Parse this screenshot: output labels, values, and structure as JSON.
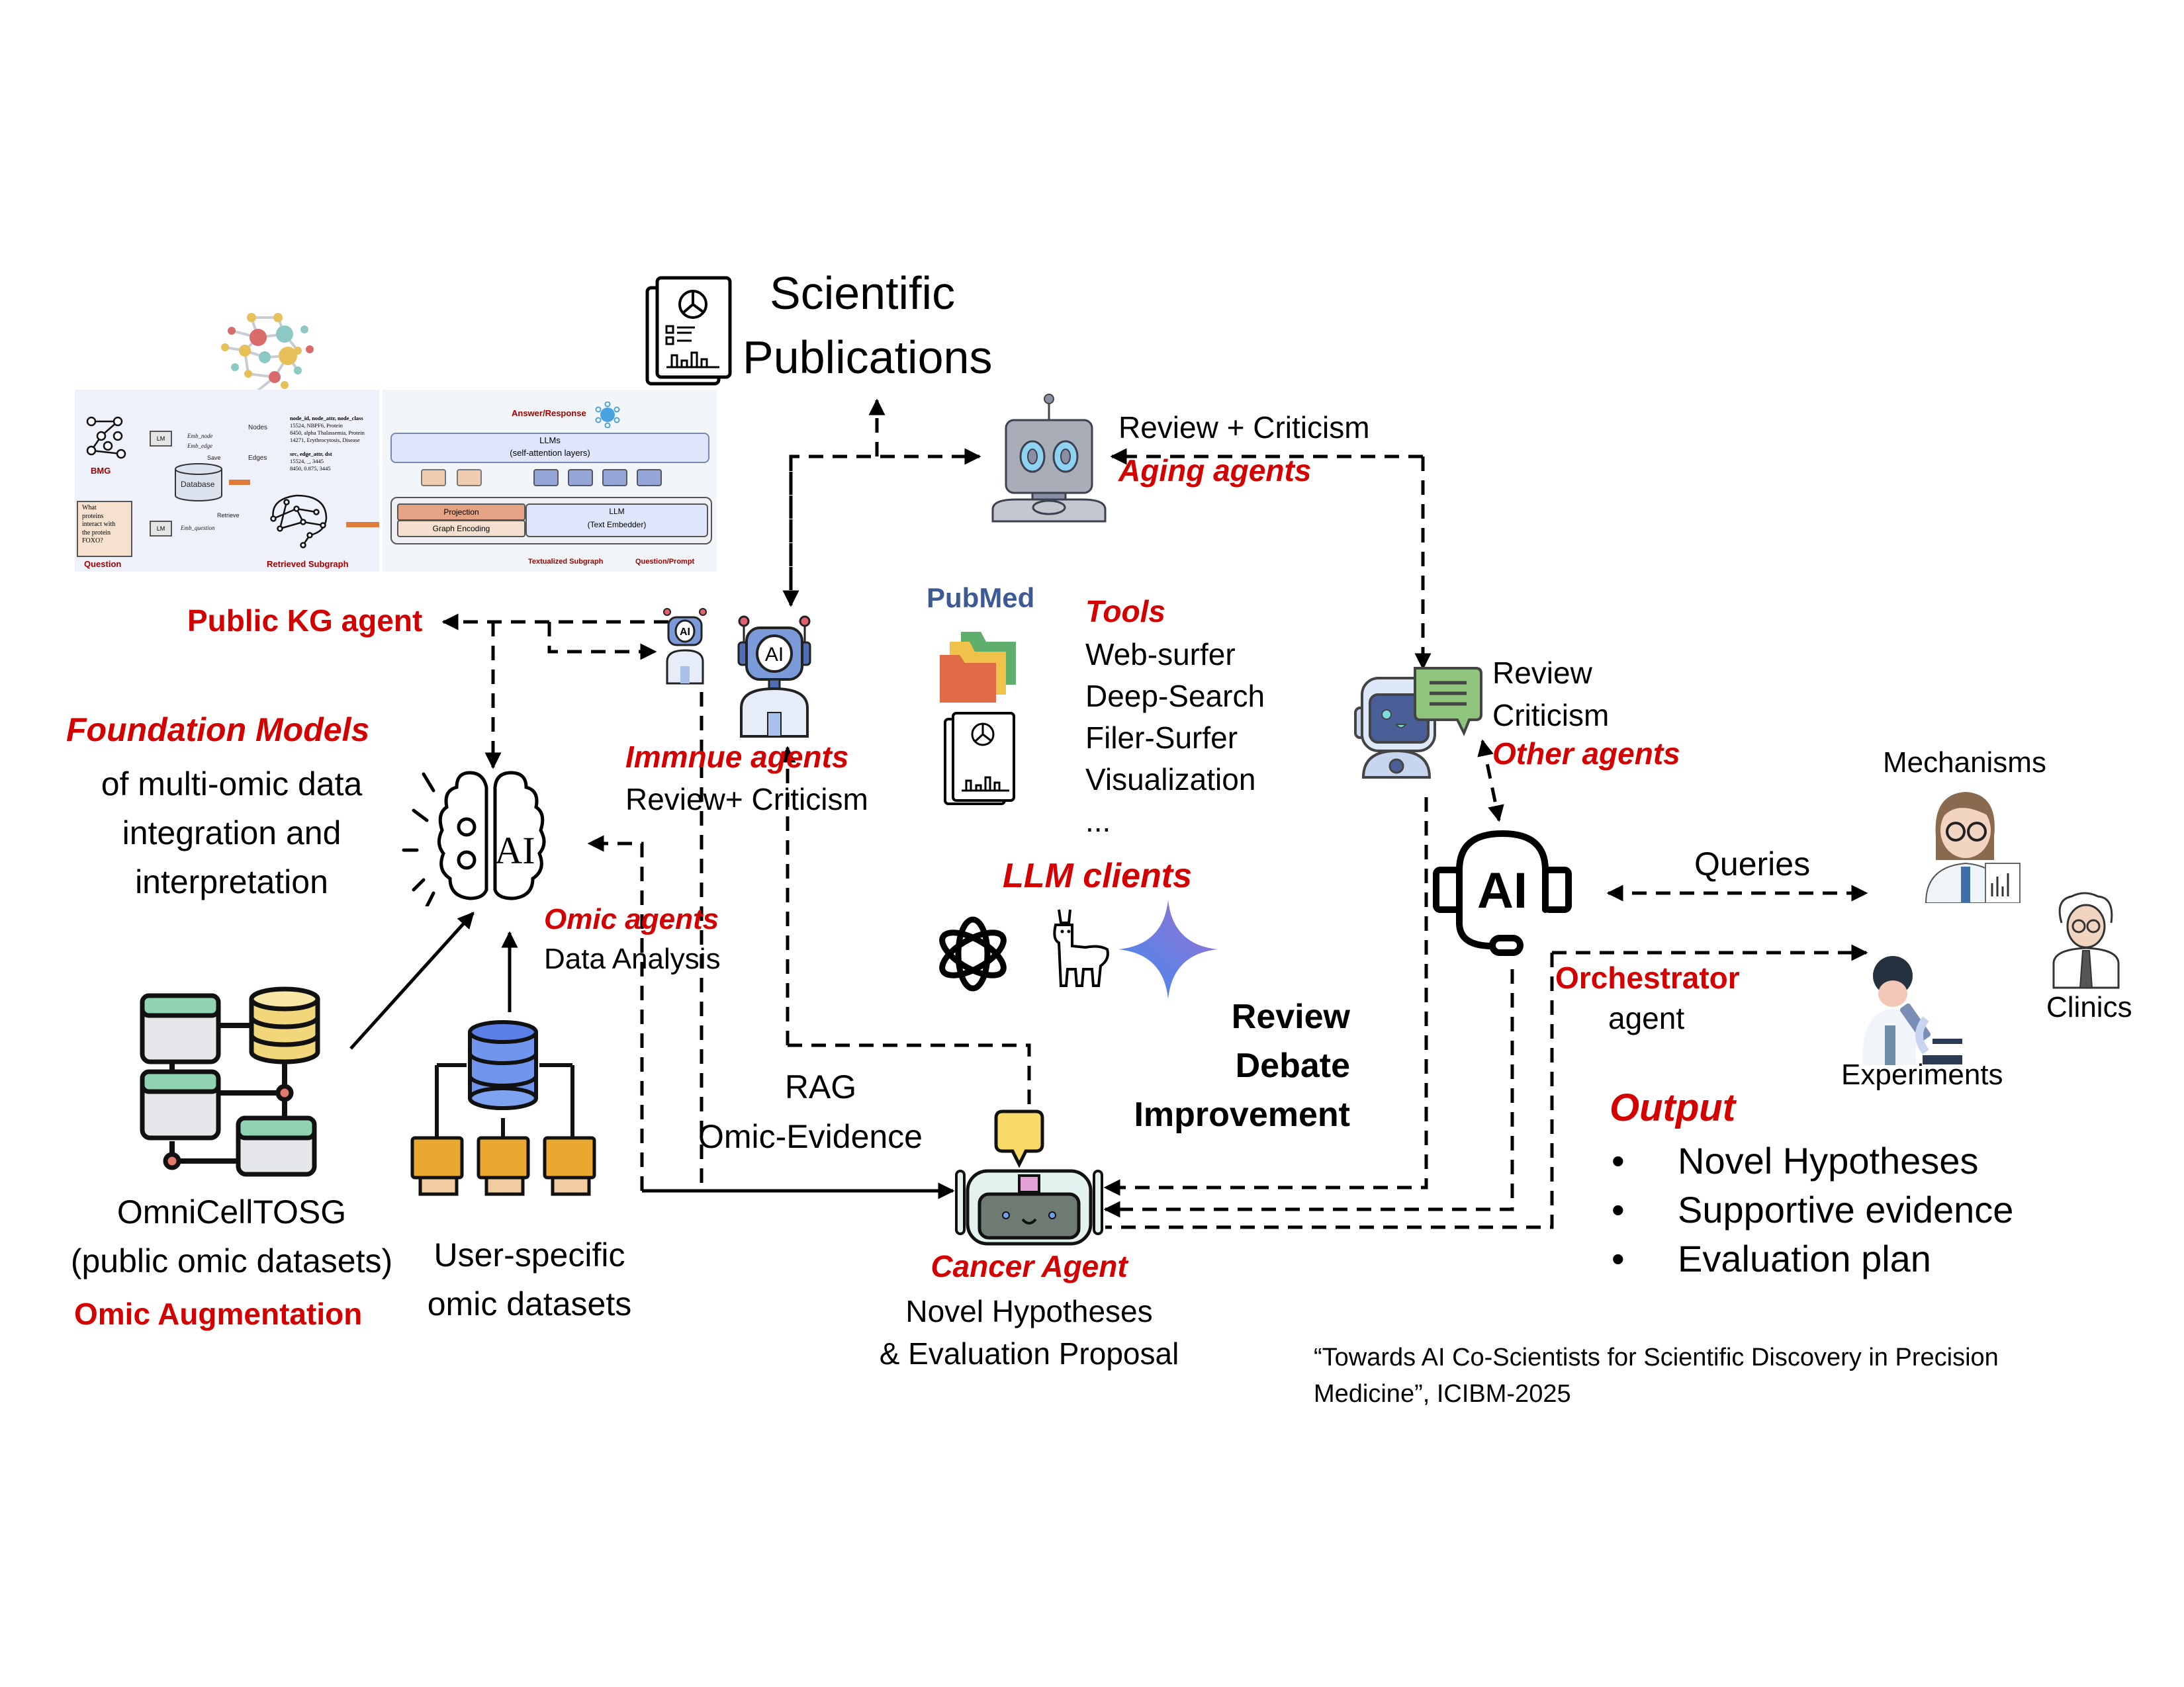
{
  "publications": {
    "line1": "Scientific",
    "line2": "Publications"
  },
  "aging_agent": {
    "role": "Review + Criticism",
    "name": "Aging agents"
  },
  "public_kg_agent": {
    "name": "Public KG agent"
  },
  "immune_agent": {
    "name": "Immnue agents",
    "role": "Review+ Criticism"
  },
  "foundation_models": {
    "title": "Foundation Models",
    "lines": [
      "of multi-omic data",
      "integration and",
      "interpretation"
    ]
  },
  "omic_agent": {
    "name": "Omic agents",
    "role": "Data Analysis"
  },
  "tools": {
    "title": "Tools",
    "pubmed_logo": "PubMed",
    "items": [
      "Web-surfer",
      "Deep-Search",
      "Filer-Surfer",
      "Visualization",
      "..."
    ]
  },
  "llm_clients": {
    "title": "LLM clients",
    "icons": [
      "openai-icon",
      "llama-icon",
      "gemini-icon"
    ]
  },
  "review_debate": {
    "lines": [
      "Review",
      "Debate",
      "Improvement"
    ]
  },
  "rag": {
    "line1": "RAG",
    "line2": "Omic-Evidence"
  },
  "cancer_agent": {
    "name": "Cancer Agent",
    "lines": [
      "Novel Hypotheses",
      "& Evaluation Proposal"
    ]
  },
  "other_agent": {
    "lines": [
      "Review",
      "Criticism"
    ],
    "name": "Other agents"
  },
  "orchestrator": {
    "icon_text": "AI",
    "name": "Orchestrator",
    "role": "agent"
  },
  "queries_label": "Queries",
  "humans": {
    "mechanisms": "Mechanisms",
    "clinics": "Clinics",
    "experiments": "Experiments"
  },
  "output": {
    "title": "Output",
    "items": [
      "Novel Hypotheses",
      "Supportive evidence",
      "Evaluation plan"
    ]
  },
  "omnicell": {
    "line1": "OmniCellTOSG",
    "line2": "(public omic datasets)",
    "tag": "Omic Augmentation"
  },
  "user_datasets": {
    "line1": "User-specific",
    "line2": "omic datasets"
  },
  "brain_ai_text": "AI",
  "citation": {
    "line1": "“Towards AI Co-Scientists for Scientific Discovery in Precision",
    "line2": "Medicine”, ICIBM-2025"
  },
  "inset": {
    "bmg_label": "BMG",
    "lm_label": "LM",
    "emb_node": "Emb_node",
    "emb_edge": "Emb_edge",
    "emb_question": "Emb_question",
    "save_label": "Save",
    "retrieve_label": "Retrieve",
    "database_label": "Database",
    "question_text": [
      "What",
      "proteins",
      "interact with",
      "the protein",
      "FOXO?"
    ],
    "question_label": "Question",
    "nodes_label": "Nodes",
    "edges_label": "Edges",
    "nodes_rows": [
      "node_id, node_attr, node_class",
      "15524, NBPF6, Protein",
      "8450, alpha Thalassemia, Protein",
      "14271, Erythrocytosis, Disease"
    ],
    "edges_rows": [
      "src, edge_attr, dst",
      "15524, _, 3445",
      "8450, 0.875, 3445"
    ],
    "retrieved_label": "Retrieved Subgraph",
    "answer_label": "Answer/Response",
    "llms_label": "LLMs",
    "llms_sub": "(self-attention layers)",
    "projection_label": "Projection",
    "graph_encoding_label": "Graph Encoding",
    "llm_label": "LLM",
    "text_embedder_label": "(Text Embedder)",
    "textualized_label": "Textualized Subgraph",
    "prompt_label": "Question/Prompt",
    "llms_badge": "LLMs"
  },
  "colors": {
    "accent_red": "#d40000",
    "inset_bg": "#eef0fa",
    "inset_red": "#a00000"
  }
}
